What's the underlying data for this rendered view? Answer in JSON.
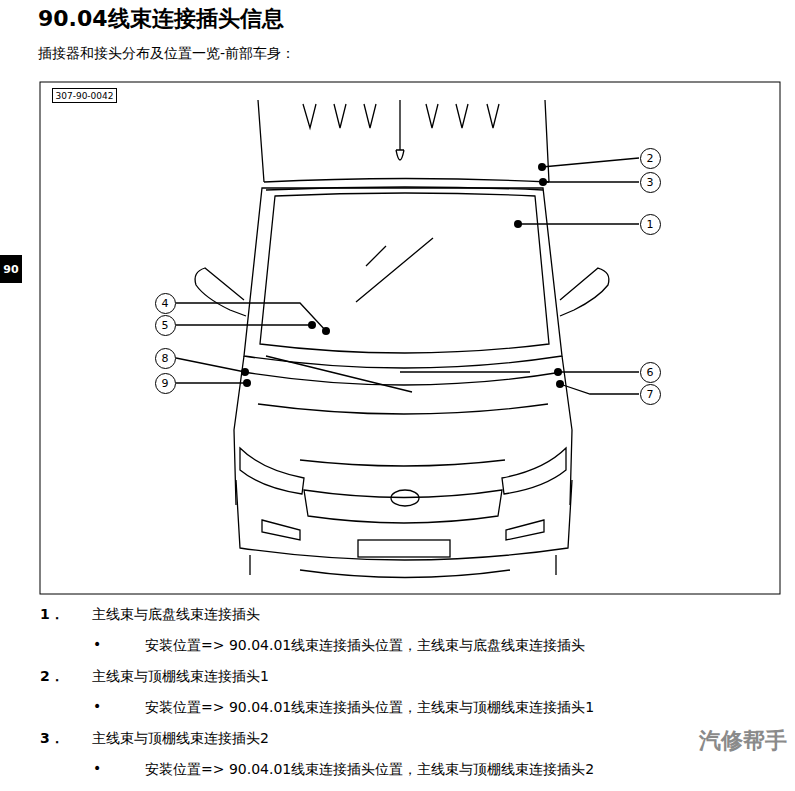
{
  "diagram": {
    "title": "90.04线束连接插头信息",
    "nodes": [
      {
        "text": [
          "90"
        ]
      },
      {
        "text": [
          "307-90-0042"
        ]
      },
      {
        "text": [
          "1"
        ]
      },
      {
        "text": [
          "2"
        ]
      },
      {
        "text": [
          "3"
        ]
      },
      {
        "text": [
          "4"
        ]
      },
      {
        "text": [
          "5"
        ]
      },
      {
        "text": [
          "6"
        ]
      },
      {
        "text": [
          "7"
        ]
      },
      {
        "text": [
          "8"
        ]
      },
      {
        "text": [
          "9"
        ]
      }
    ],
    "labels": [
      "插接器和接头分布及位置一览-前部车身：",
      "1．",
      "主线束与底盘线束连接插头",
      "•",
      "安装位置=> 90.04.01线束连接插头位置，主线束与底盘线束连接插头",
      "2．",
      "主线束与顶棚线束连接插头1",
      "•",
      "安装位置=> 90.04.01线束连接插头位置，主线束与顶棚线束连接插头1",
      "3．",
      "主线束与顶棚线束连接插头2",
      "•",
      "安装位置=> 90.04.01线束连接插头位置，主线束与顶棚线束连接插头2",
      "汽修帮手"
    ]
  }
}
